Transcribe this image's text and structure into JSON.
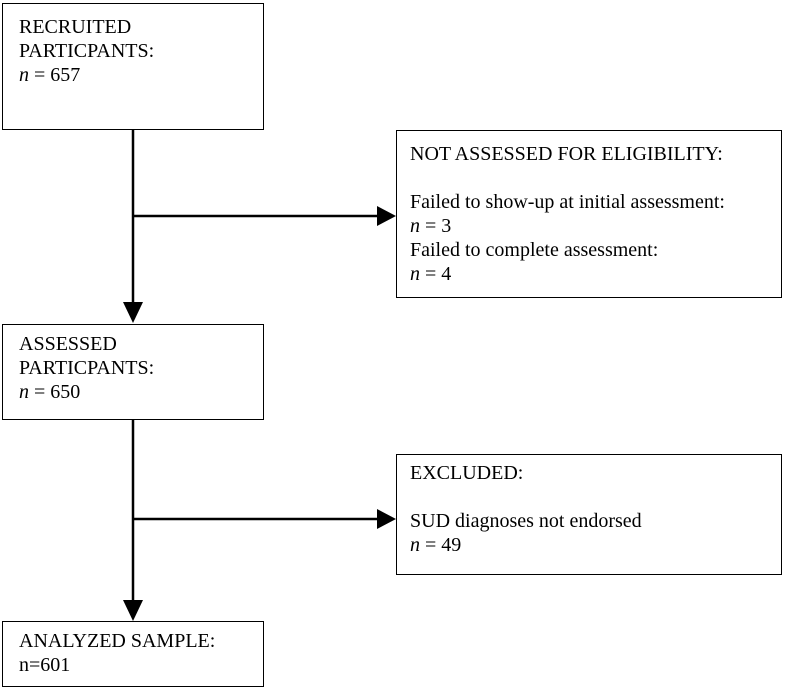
{
  "recruited": {
    "title_line1": "RECRUITED",
    "title_line2": "PARTICPANTS:",
    "n_label": "n",
    "n_value": " = 657"
  },
  "not_assessed": {
    "title": "NOT ASSESSED FOR ELIGIBILITY:",
    "reason1": "Failed to show-up at initial assessment:",
    "reason1_n_label": "n",
    "reason1_n_value": " = 3",
    "reason2": "Failed to complete assessment:",
    "reason2_n_label": "n",
    "reason2_n_value": " = 4"
  },
  "assessed": {
    "title_line1": "ASSESSED",
    "title_line2": "PARTICPANTS:",
    "n_label": "n",
    "n_value": " = 650"
  },
  "excluded": {
    "title": "EXCLUDED:",
    "reason": "SUD diagnoses not endorsed",
    "n_label": "n",
    "n_value": " = 49"
  },
  "analyzed": {
    "title": "ANALYZED SAMPLE:",
    "n_text": "n=601"
  }
}
